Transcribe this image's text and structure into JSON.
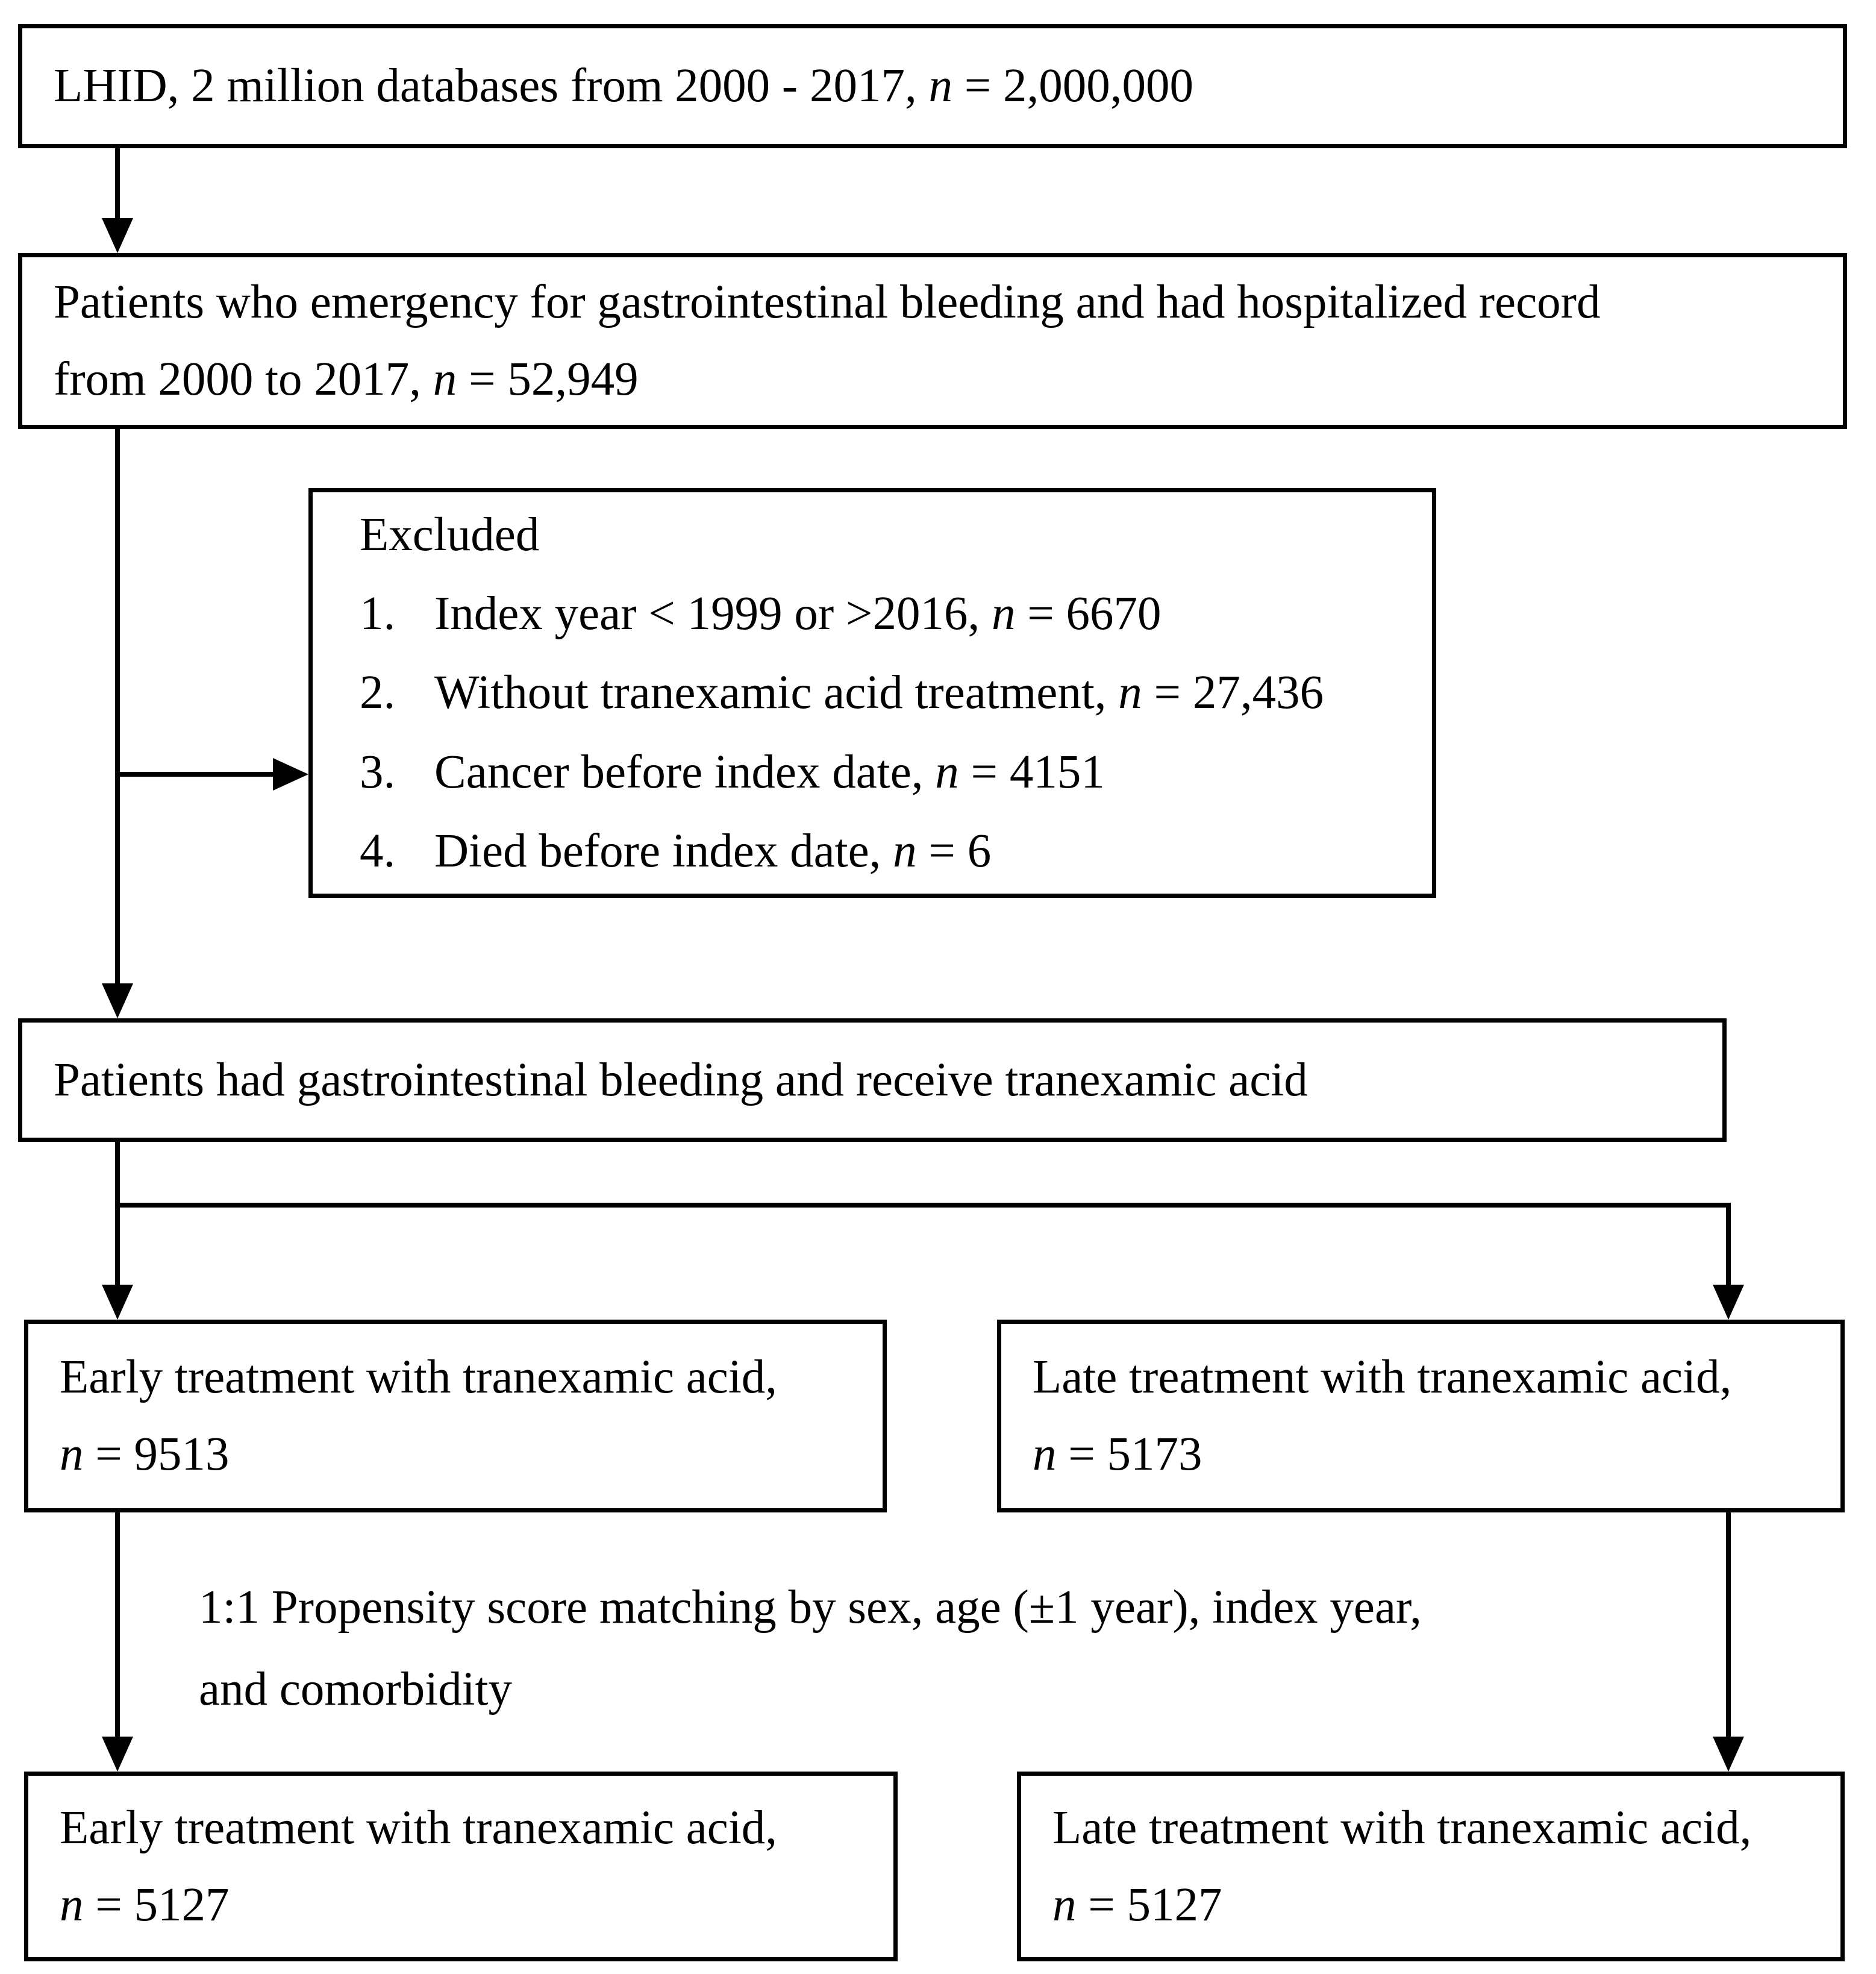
{
  "flow": {
    "lhid": {
      "pre": "LHID, 2 million databases from 2000 - 2017, ",
      "n": "n",
      "post": " = 2,000,000"
    },
    "gi": {
      "line1": "Patients who emergency for gastrointestinal bleeding and had hospitalized record",
      "line2_pre": "from 2000 to 2017, ",
      "n": "n",
      "line2_post": " = 52,949"
    },
    "excluded": {
      "title": "Excluded",
      "items": [
        {
          "num": "1.",
          "pre": "Index year < 1999 or >2016, ",
          "n": "n",
          "post": " = 6670"
        },
        {
          "num": "2.",
          "pre": "Without tranexamic acid treatment, ",
          "n": "n",
          "post": " = 27,436"
        },
        {
          "num": "3.",
          "pre": "Cancer before index date, ",
          "n": "n",
          "post": " = 4151"
        },
        {
          "num": "4.",
          "pre": "Died before index date, ",
          "n": "n",
          "post": " = 6"
        }
      ]
    },
    "txa": {
      "text": "Patients had gastrointestinal bleeding and receive tranexamic acid"
    },
    "early_unmatched": {
      "line1": "Early treatment with tranexamic acid,",
      "n": "n",
      "post": " = 9513"
    },
    "late_unmatched": {
      "line1": "Late treatment with tranexamic acid,",
      "n": "n",
      "post": " = 5173"
    },
    "matching_note": {
      "line1": "1:1 Propensity score matching by sex, age (±1 year), index year,",
      "line2": "and comorbidity"
    },
    "early_matched": {
      "line1": "Early treatment with tranexamic acid,",
      "n": "n",
      "post": " = 5127"
    },
    "late_matched": {
      "line1": "Late treatment with tranexamic acid,",
      "n": "n",
      "post": " = 5127"
    },
    "colors": {
      "line": "#000000",
      "background": "#ffffff",
      "text": "#000000"
    }
  }
}
